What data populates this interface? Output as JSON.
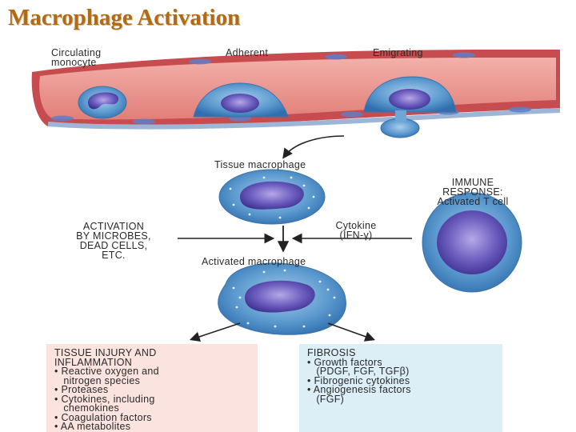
{
  "title": "Macrophage Activation",
  "vessel_labels": {
    "circulating": [
      "Circulating",
      "monocyte"
    ],
    "adherent": "Adherent",
    "emigrating": "Emigrating"
  },
  "tissue_macrophage": "Tissue macrophage",
  "activated_macrophage": "Activated macrophage",
  "activation_by": [
    "ACTIVATION",
    "BY MICROBES,",
    "DEAD CELLS,",
    "ETC."
  ],
  "cytokine": [
    "Cytokine",
    "(IFN-γ)"
  ],
  "immune_response": [
    "IMMUNE",
    "RESPONSE:",
    "Activated T cell"
  ],
  "tissue_injury_box": {
    "lines": [
      "TISSUE INJURY AND",
      "INFLAMMATION",
      "• Reactive oxygen and",
      "   nitrogen species",
      "• Proteases",
      "• Cytokines, including",
      "   chemokines",
      "• Coagulation factors",
      "• AA metabolites"
    ],
    "color": "#fbe3e0"
  },
  "fibrosis_box": {
    "lines": [
      "FIBROSIS",
      "• Growth factors",
      "   (PDGF, FGF, TGFβ)",
      "• Fibrogenic cytokines",
      "• Angiogenesis factors",
      "   (FGF)"
    ],
    "color": "#dceef6"
  }
}
